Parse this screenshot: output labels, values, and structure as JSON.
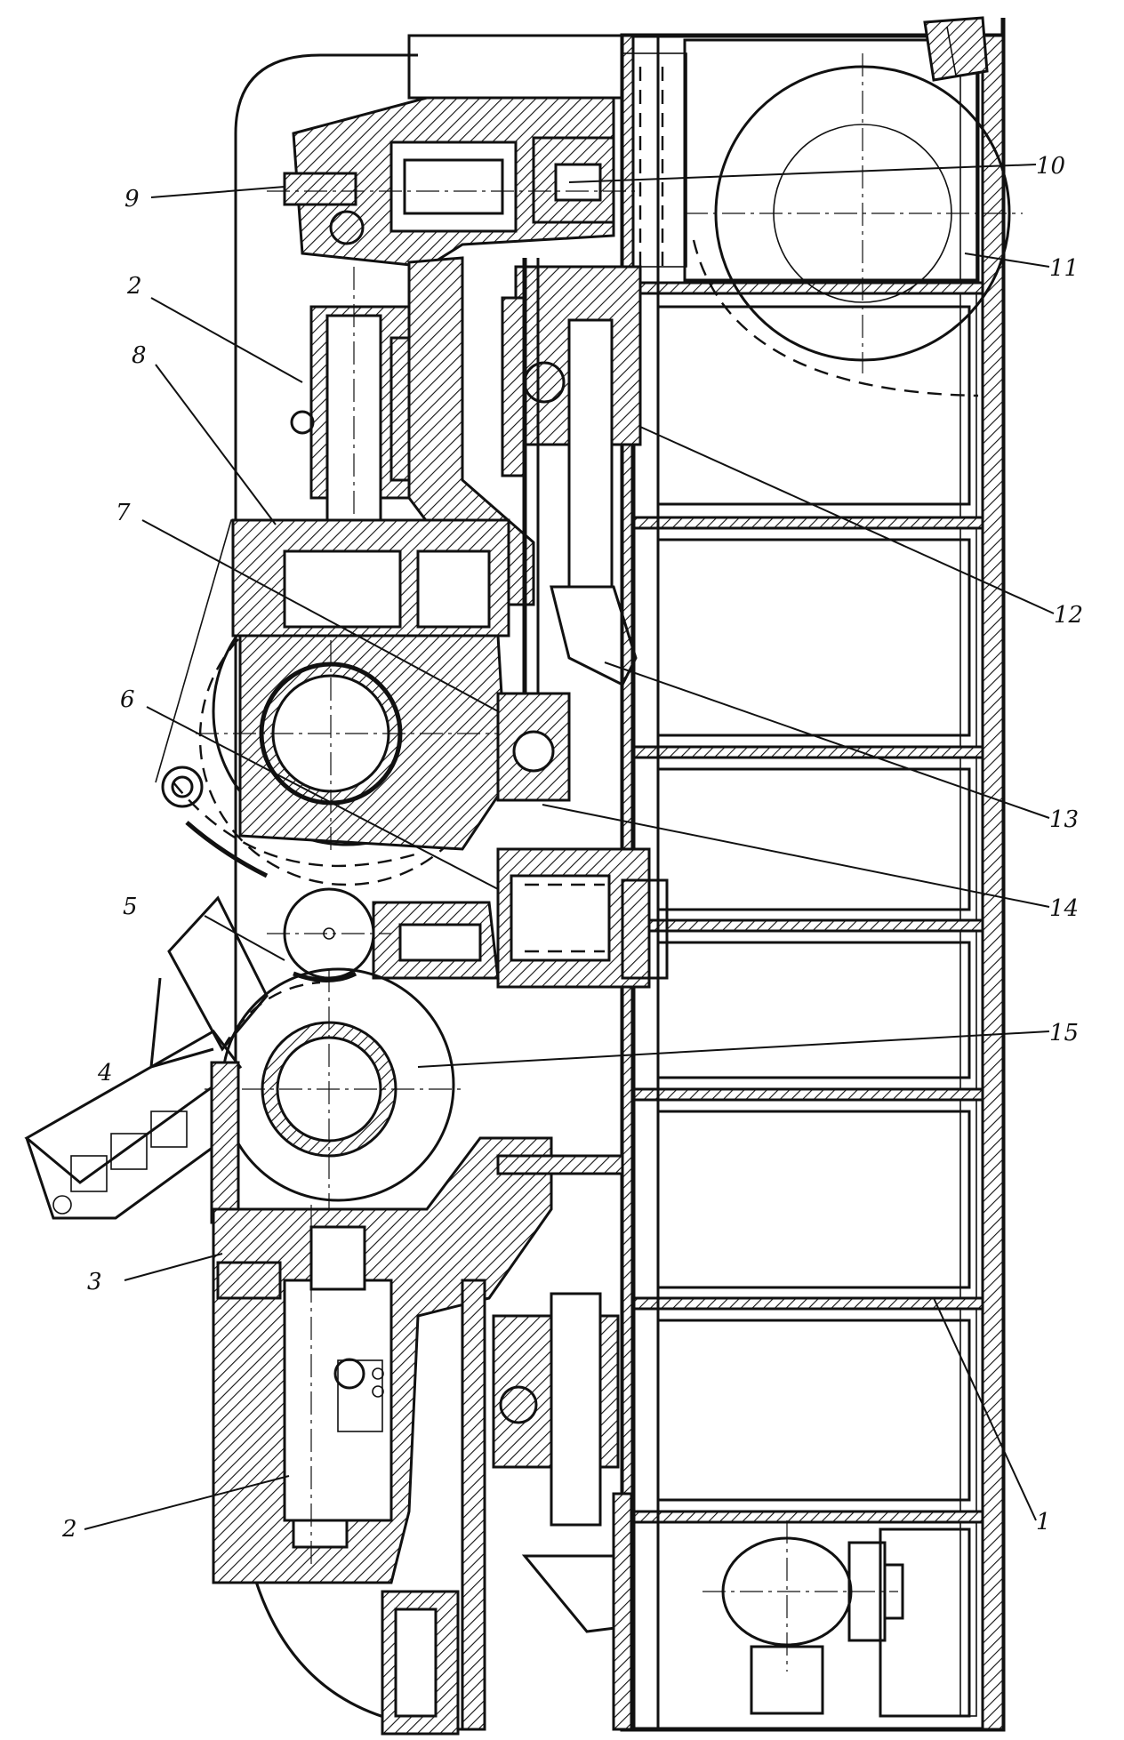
{
  "labels": [
    {
      "id": "1",
      "text": "1"
    },
    {
      "id": "2a",
      "text": "2"
    },
    {
      "id": "2b",
      "text": "2"
    },
    {
      "id": "3",
      "text": "3"
    },
    {
      "id": "4",
      "text": "4"
    },
    {
      "id": "5",
      "text": "5"
    },
    {
      "id": "6",
      "text": "6"
    },
    {
      "id": "7",
      "text": "7"
    },
    {
      "id": "8",
      "text": "8"
    },
    {
      "id": "9",
      "text": "9"
    },
    {
      "id": "10",
      "text": "10"
    },
    {
      "id": "11",
      "text": "11"
    },
    {
      "id": "12",
      "text": "12"
    },
    {
      "id": "13",
      "text": "13"
    },
    {
      "id": "14",
      "text": "14"
    },
    {
      "id": "15",
      "text": "15"
    }
  ]
}
